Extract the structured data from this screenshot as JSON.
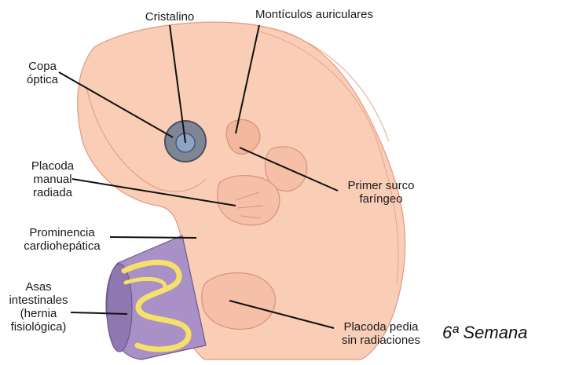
{
  "labels": {
    "cristalino": "Cristalino",
    "monticulos": "Montículos auriculares",
    "copa": "Copa\nóptica",
    "placoda_manual": "Placoda\nmanual\nradiada",
    "prominencia": "Prominencia\ncardiohepática",
    "asas": "Asas\nintestinales\n(hernia\nfisiológica)",
    "primer_surco": "Primer surco\nfaríngeo",
    "placoda_pedia": "Placoda pedia\nsin radiaciones"
  },
  "caption": "6ª Semana",
  "colors": {
    "body": "#f9cdb6",
    "body_dark": "#f3b79d",
    "outline": "#e09a82",
    "gut_purple": "#a990c6",
    "gut_yellow": "#f4e06a",
    "eye_grey": "#7e8693",
    "eye_blue": "#8fa3c4"
  }
}
